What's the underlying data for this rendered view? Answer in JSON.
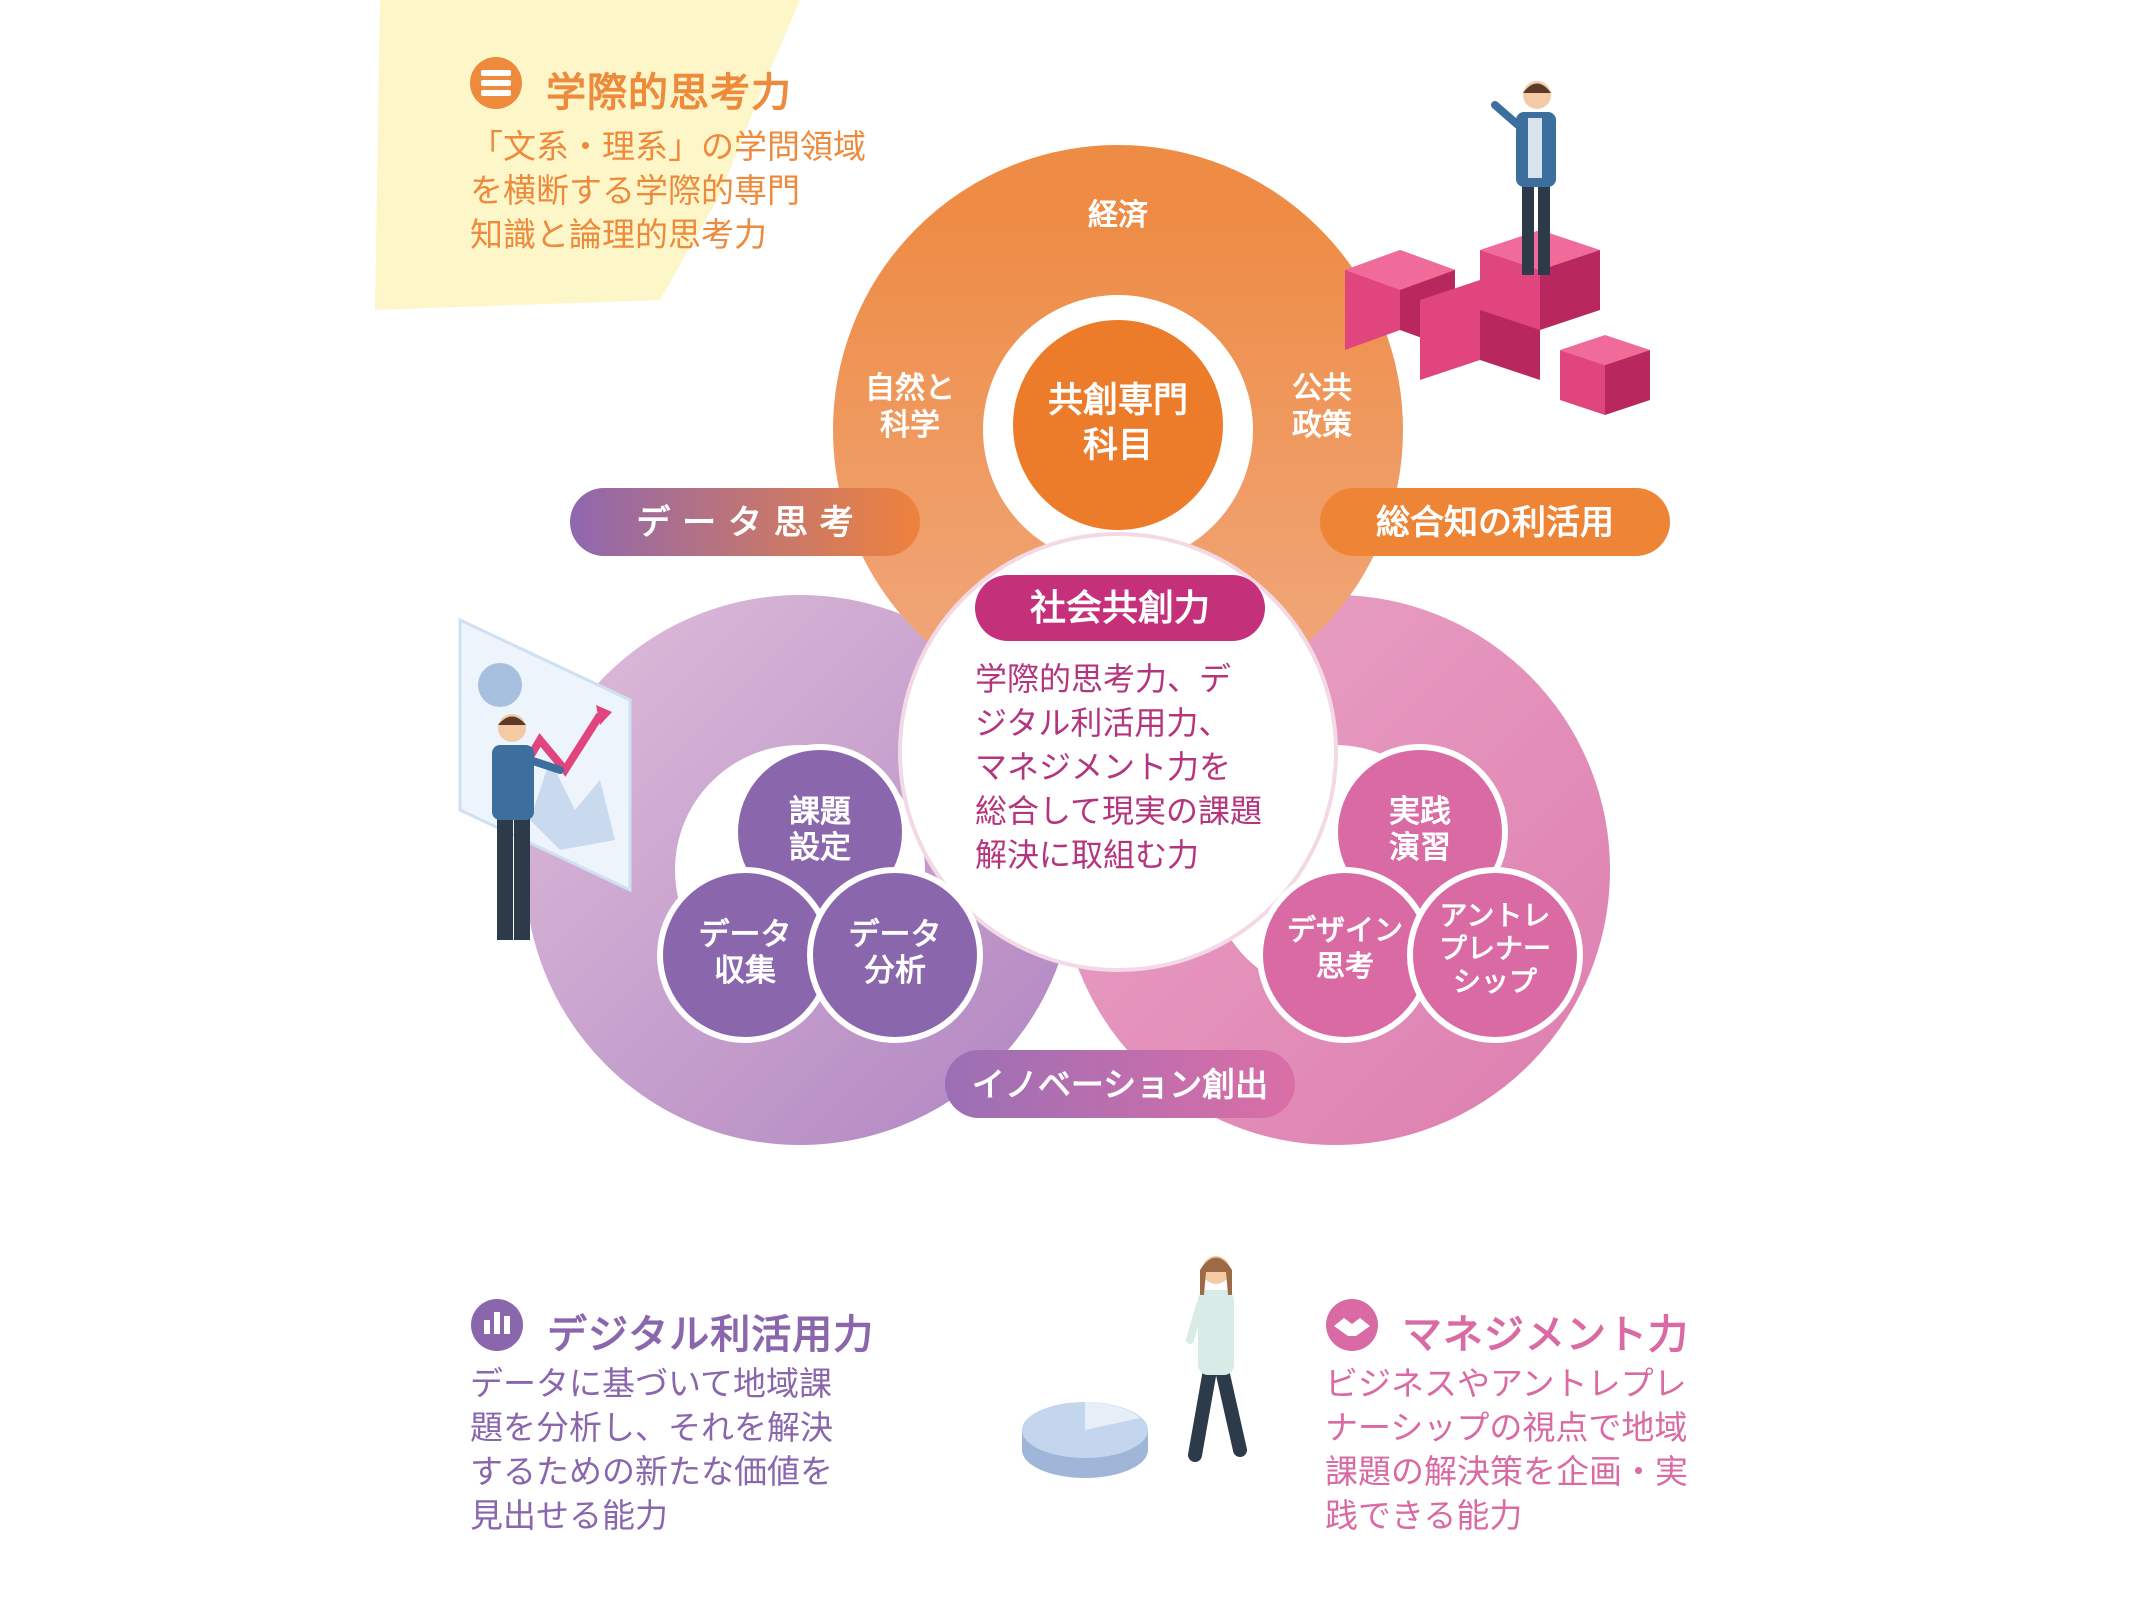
{
  "colors": {
    "orange": "#ee8a3c",
    "purple": "#8a66ad",
    "pink": "#d96aa3",
    "magenta": "#c5307a",
    "cream": "#fdf6c8"
  },
  "top_section": {
    "icon": "books-icon",
    "title": "学際的思考力",
    "description": "「文系・理系」の学問領域\nを横断する学際的専門\n知識と論理的思考力"
  },
  "outer_labels": {
    "top": "経済",
    "left_line1": "自然と",
    "left_line2": "科学",
    "right_line1": "公共",
    "right_line2": "政策"
  },
  "core_subject": {
    "line1": "共創専門",
    "line2": "科目"
  },
  "pills": {
    "data_thinking": "デ ー タ 思 考",
    "integrated_knowledge": "総合知の利活用",
    "innovation": "イノベーション創出"
  },
  "center": {
    "title": "社会共創力",
    "description": "学際的思考力、デ\nジタル利活用力、\nマネジメント力を\n総合して現実の課題\n解決に取組む力"
  },
  "purple_cluster": {
    "top_line1": "課題",
    "top_line2": "設定",
    "left_line1": "データ",
    "left_line2": "収集",
    "right_line1": "データ",
    "right_line2": "分析"
  },
  "pink_cluster": {
    "top_line1": "実践",
    "top_line2": "演習",
    "left_line1": "デザイン",
    "left_line2": "思考",
    "right_line1": "アントレ",
    "right_line2": "プレナー",
    "right_line3": "シップ"
  },
  "digital_section": {
    "icon": "bar-chart-icon",
    "title": "デジタル利活用力",
    "description": "データに基づいて地域課\n題を分析し、それを解決\nするための新たな価値を\n見出せる能力"
  },
  "management_section": {
    "icon": "handshake-icon",
    "title": "マネジメント力",
    "description": "ビジネスやアントレプレ\nナーシップの視点で地域\n課題の解決策を企画・実\n践できる能力"
  }
}
